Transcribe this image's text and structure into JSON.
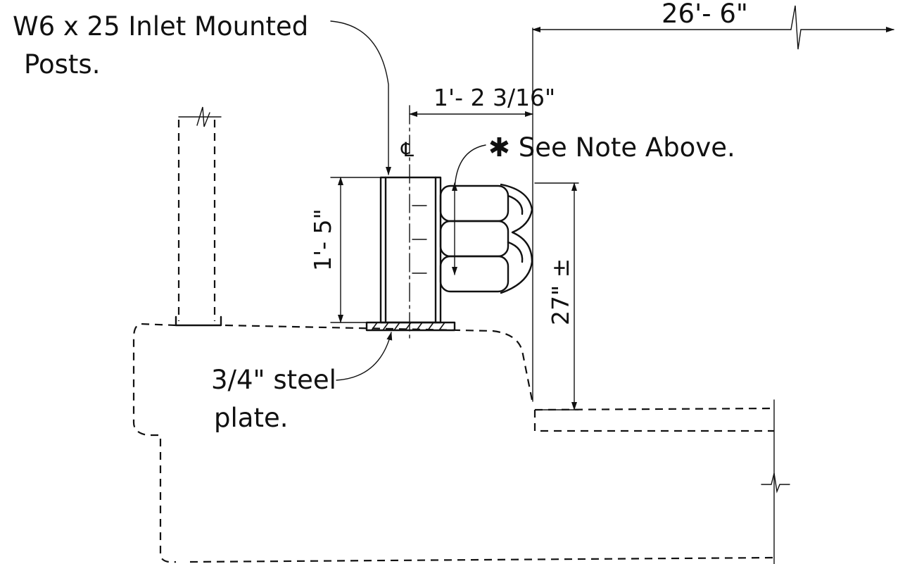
{
  "labels": {
    "post_callout_line1": "W6 x 25 Inlet Mounted",
    "post_callout_line2": "Posts.",
    "overall_dimension": "26'- 6\"",
    "offset_dimension": "1'- 2 3/16\"",
    "centerline_symbol": "℄",
    "note_reference": "✱ See Note Above.",
    "post_height_dimension": "1'- 5\"",
    "rail_height_dimension": "27\" ±",
    "plate_callout_line1": "3/4\" steel",
    "plate_callout_line2": "plate."
  }
}
